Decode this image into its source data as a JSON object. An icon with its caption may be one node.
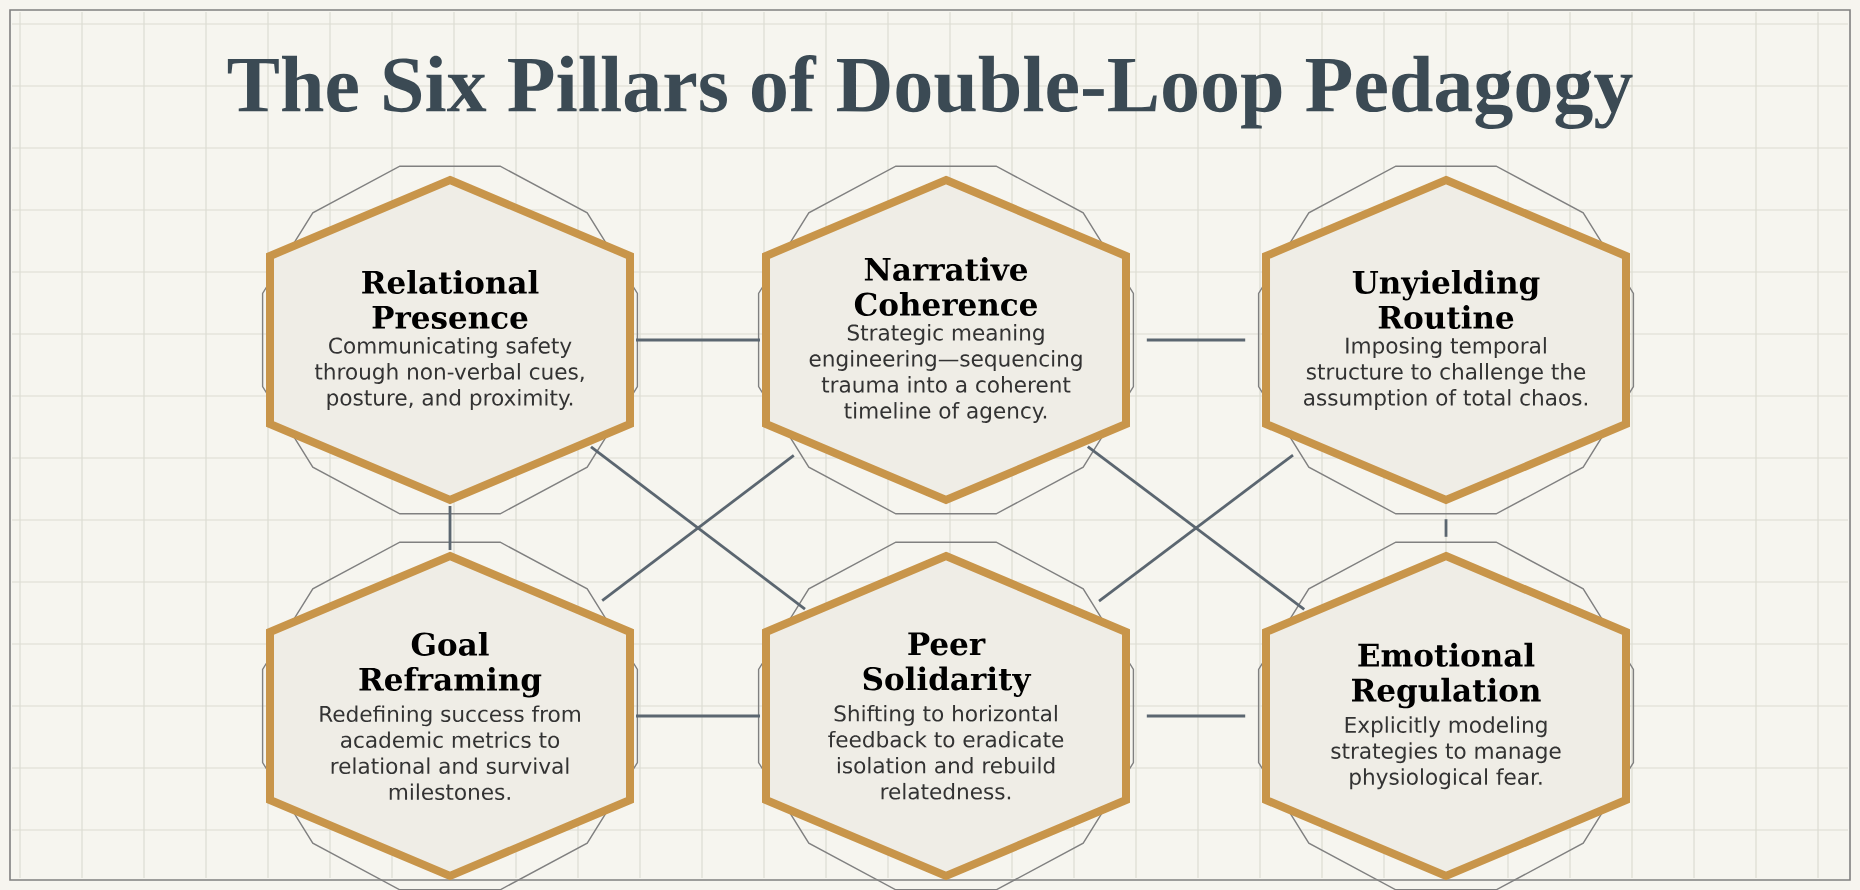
{
  "diagram": {
    "title": "The Six Pillars of Double-Loop Pedagogy",
    "nodes": [
      {
        "text": [
          "Relational Presence",
          "Communicating safety through non-verbal cues, posture, and proximity."
        ]
      },
      {
        "text": [
          "Narrative Coherence",
          "Strategic meaning engineering—sequencing trauma into a coherent timeline of agency."
        ]
      },
      {
        "text": [
          "Unyielding Routine",
          "Imposing temporal structure to challenge the assumption of total chaos."
        ]
      },
      {
        "text": [
          "Goal Reframing",
          "Redefining success from academic metrics to relational and survival milestones."
        ]
      },
      {
        "text": [
          "Peer Solidarity",
          "Shifting to horizontal feedback to eradicate isolation and rebuild relatedness."
        ]
      },
      {
        "text": [
          "Emotional Regulation",
          "Explicitly modeling strategies to manage physiological fear."
        ]
      }
    ],
    "edges": [
      {
        "from": 0,
        "to": 1,
        "arrow": "none"
      },
      {
        "from": 1,
        "to": 2,
        "arrow": "none"
      },
      {
        "from": 0,
        "to": 3,
        "arrow": "none"
      },
      {
        "from": 2,
        "to": 5,
        "arrow": "none"
      },
      {
        "from": 0,
        "to": 4,
        "arrow": "none"
      },
      {
        "from": 1,
        "to": 3,
        "arrow": "none"
      },
      {
        "from": 1,
        "to": 5,
        "arrow": "none"
      },
      {
        "from": 2,
        "to": 4,
        "arrow": "none"
      },
      {
        "from": 3,
        "to": 4,
        "arrow": "none"
      },
      {
        "from": 4,
        "to": 5,
        "arrow": "none"
      }
    ]
  }
}
